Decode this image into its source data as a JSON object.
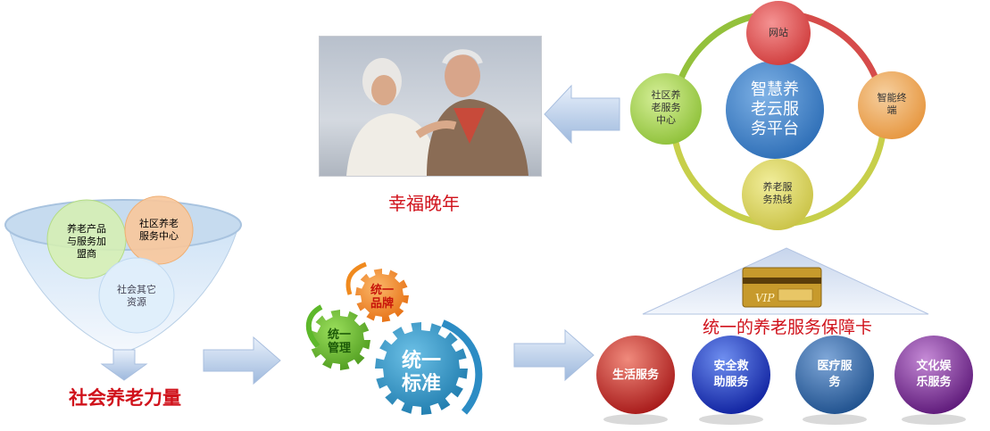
{
  "photo_caption": "幸福晚年",
  "platform": {
    "center": "智慧养\n老云服\n务平台",
    "nodes": {
      "top": "网站",
      "right": "智能终\n端",
      "bottom": "养老服\n务热线",
      "left": "社区养\n老服务\n中心"
    }
  },
  "funnel": {
    "circles": [
      "养老产品\n与服务加\n盟商",
      "社区养老\n服务中心",
      "社会其它\n资源"
    ],
    "caption": "社会养老力量"
  },
  "gears": {
    "top": "统一\n品牌",
    "left": "统一\n管理",
    "big": "统一\n标准"
  },
  "card_caption": "统一的养老服务保障卡",
  "services": [
    "生活服务",
    "安全救\n助服务",
    "医疗服\n务",
    "文化娱\n乐服务"
  ]
}
